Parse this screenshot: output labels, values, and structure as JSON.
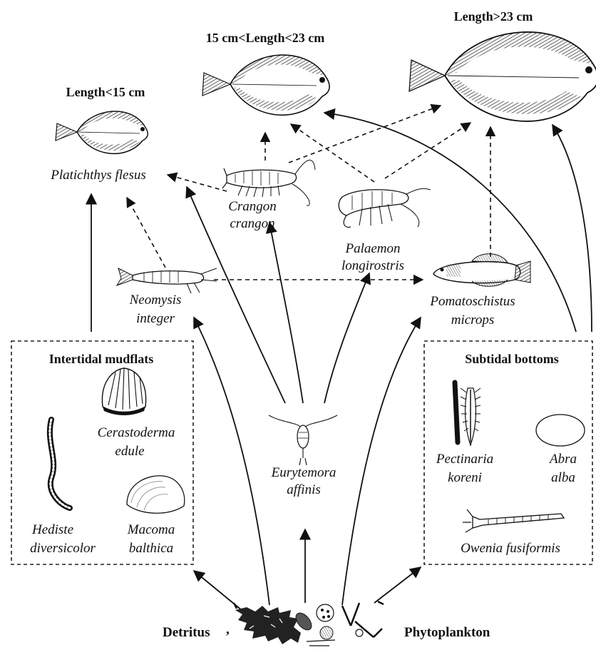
{
  "size_classes": {
    "small": "Length<15 cm",
    "medium": "15 cm<Length<23 cm",
    "large": "Length>23 cm"
  },
  "predator_species": "Platichthys flesus",
  "prey": {
    "crangon_1": "Crangon",
    "crangon_2": "crangon",
    "palaemon_1": "Palaemon",
    "palaemon_2": "longirostris",
    "neomysis_1": "Neomysis",
    "neomysis_2": "integer",
    "pomatoschistus_1": "Pomatoschistus",
    "pomatoschistus_2": "microps",
    "eurytemora_1": "Eurytemora",
    "eurytemora_2": "affinis"
  },
  "intertidal": {
    "title": "Intertidal mudflats",
    "cerastoderma_1": "Cerastoderma",
    "cerastoderma_2": "edule",
    "hediste_1": "Hediste",
    "hediste_2": "diversicolor",
    "macoma_1": "Macoma",
    "macoma_2": "balthica"
  },
  "subtidal": {
    "title": "Subtidal bottoms",
    "pectinaria_1": "Pectinaria",
    "pectinaria_2": "koreni",
    "abra_1": "Abra",
    "abra_2": "alba",
    "owenia": "Owenia fusiformis"
  },
  "sources": {
    "detritus": "Detritus",
    "comma": ",",
    "phytoplankton": "Phytoplankton"
  },
  "icons": [
    "flounder-small-icon",
    "flounder-medium-icon",
    "flounder-large-icon",
    "shrimp-crangon-icon",
    "shrimp-palaemon-icon",
    "mysid-icon",
    "goby-icon",
    "copepod-icon",
    "cockle-icon",
    "clam-macoma-icon",
    "worm-hediste-icon",
    "tube-worm-pectinaria-icon",
    "clam-abra-icon",
    "tube-worm-owenia-icon",
    "detritus-phytoplankton-icon"
  ]
}
